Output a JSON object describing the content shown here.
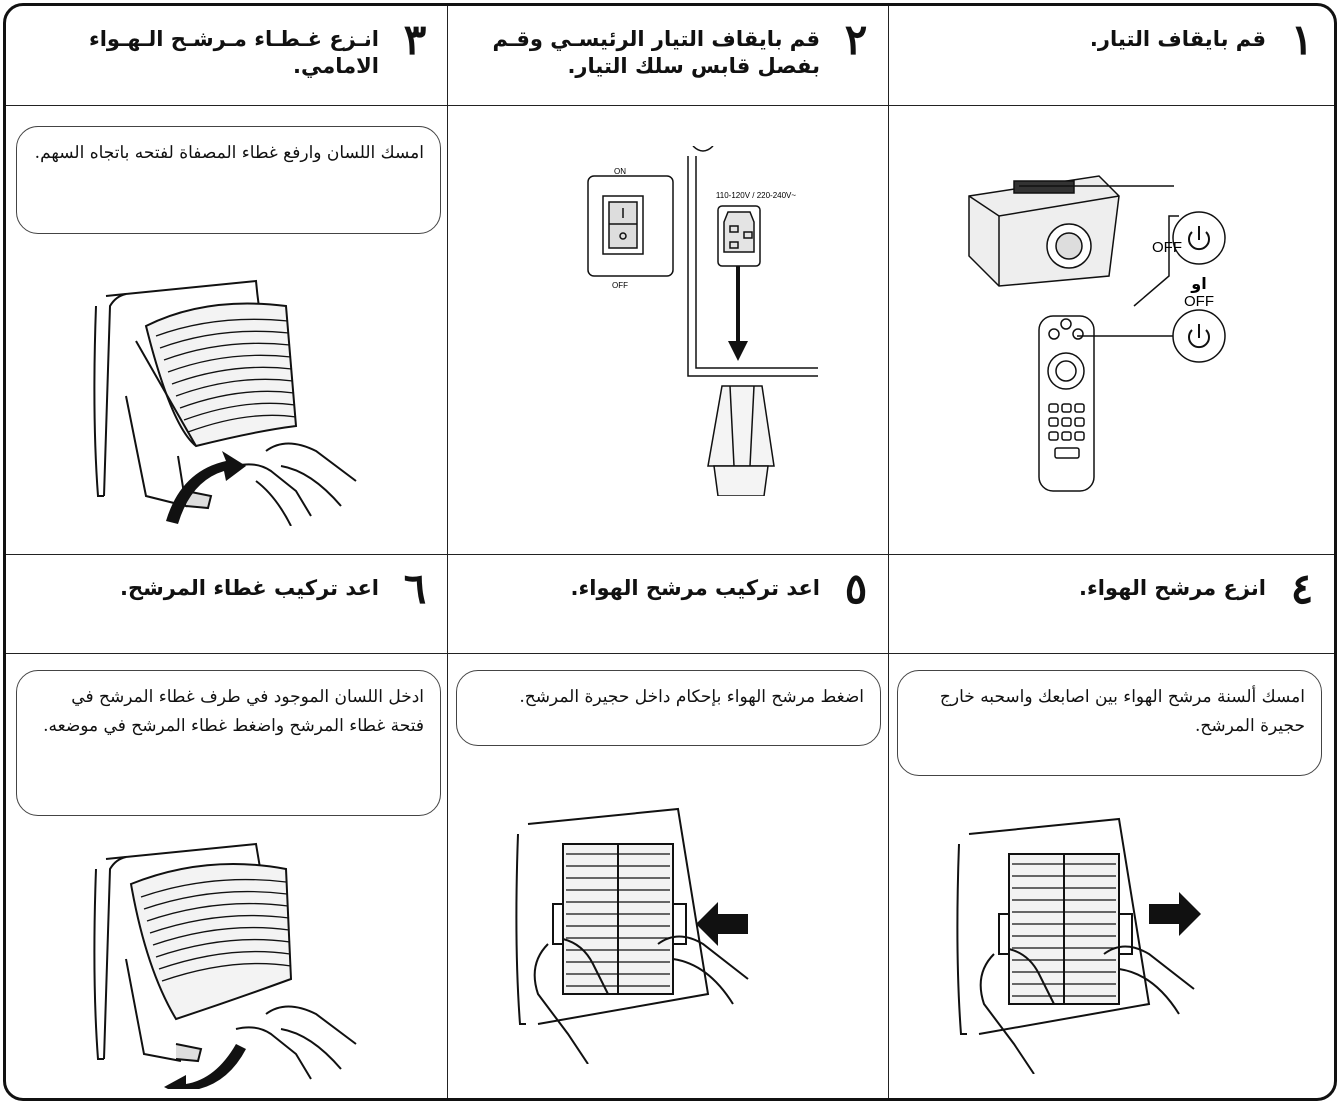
{
  "steps": [
    {
      "num": "١",
      "title": "قم بايقاف التيار."
    },
    {
      "num": "٢",
      "title": "قم بايقاف التيار الرئيسـي وقـم بفصل قابس سلك التيار."
    },
    {
      "num": "٣",
      "title": "انـزع غـطـاء مـرشـح الـهـواء الامامي."
    },
    {
      "num": "٤",
      "title": "انزع مرشح الهواء."
    },
    {
      "num": "٥",
      "title": "اعد تركيب مرشح الهواء."
    },
    {
      "num": "٦",
      "title": "اعد تركيب غطاء المرشح."
    }
  ],
  "instructions": {
    "step3": "امسك اللسان وارفع غطاء المصفاة لفتحه باتجاه السهم.",
    "step4": "امسك ألسنة مرشح الهواء بين اصابعك واسحبه خارج حجيرة المرشح.",
    "step5": "اضغط مرشح الهواء بإحكام داخل حجيرة المرشح.",
    "step6": "ادخل اللسان الموجود في طرف غطاء المرشح في فتحة غطاء المرشح واضغط غطاء المرشح في موضعه."
  },
  "labels": {
    "off_projector": "OFF",
    "or_word": "او",
    "off_remote": "OFF",
    "switch_on": "ON",
    "switch_off": "OFF",
    "voltage": "110-120V / 220-240V~"
  },
  "icons": {
    "power": "power-icon",
    "arrow_push": "arrow-left-icon",
    "arrow_pull": "arrow-right-icon",
    "arrow_down": "arrow-down-icon"
  }
}
